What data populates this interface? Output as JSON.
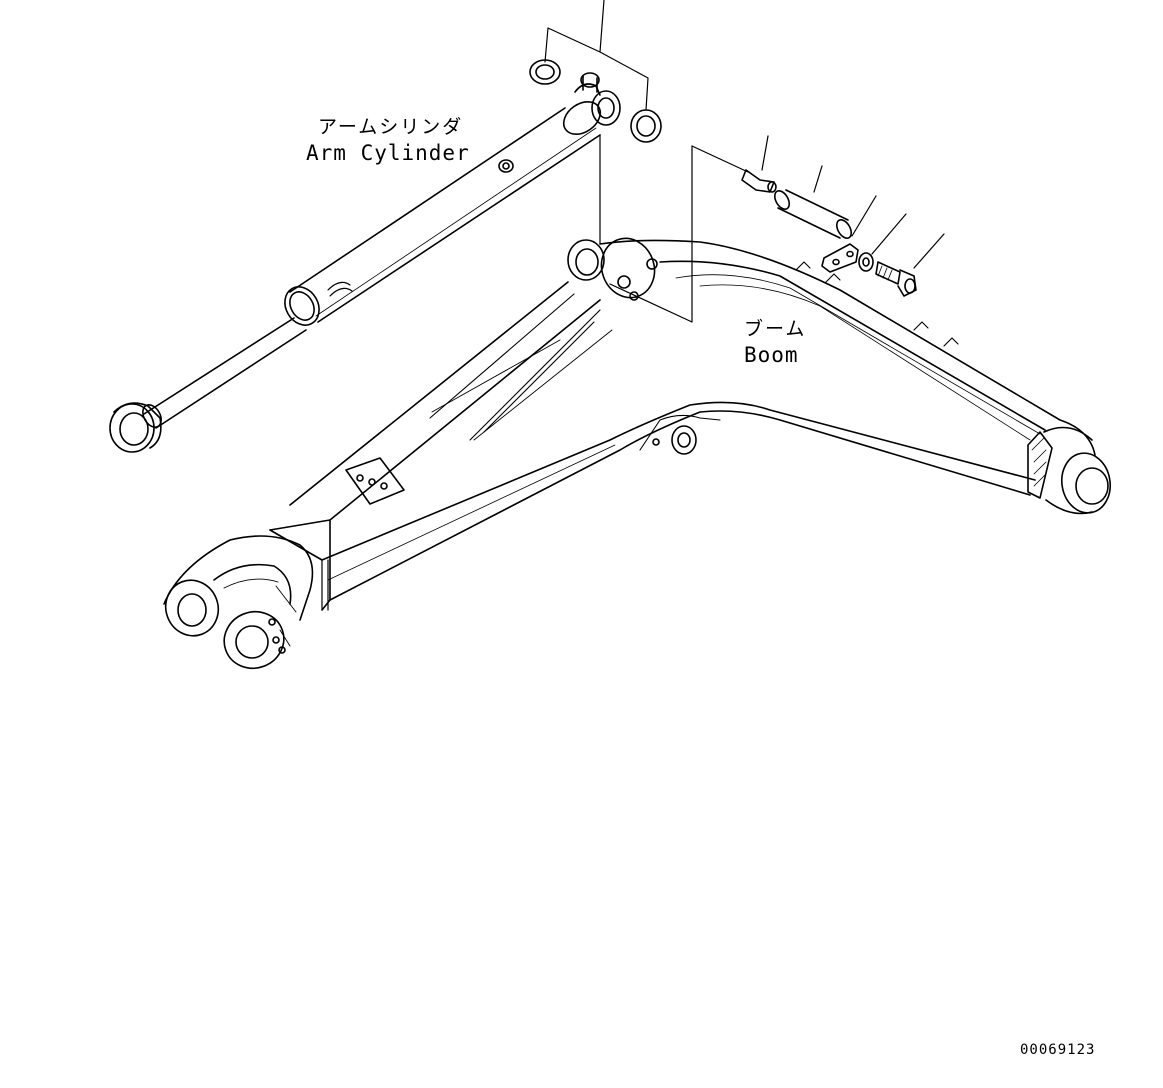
{
  "labels": {
    "arm_cylinder_jp": "アームシリンダ",
    "arm_cylinder_en": "Arm Cylinder",
    "boom_jp": "ブーム",
    "boom_en": "Boom"
  },
  "drawing_number": "00069123",
  "colors": {
    "line": "#000000",
    "background": "#ffffff"
  }
}
